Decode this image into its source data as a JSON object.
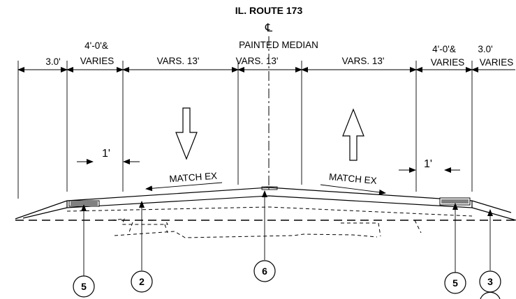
{
  "title": "IL. ROUTE 173",
  "centerline_symbol": "℄",
  "median_label": "PAINTED MEDIAN",
  "dimensions": {
    "left_shoulder": "3.0'",
    "left_varies_top": "4'-0'&",
    "left_varies_bottom": "VARIES",
    "left_lane": "VARS. 13'",
    "median": "VARS. 13'",
    "right_lane": "VARS. 13'",
    "right_varies_top": "4'-0'&",
    "right_varies_bottom": "VARIES",
    "right_shoulder_top": "3.0'",
    "right_shoulder_bottom": "VARIES",
    "left_offset": "1'",
    "right_offset": "1'"
  },
  "notes": {
    "match_left": "MATCH EX",
    "match_right": "MATCH EX"
  },
  "callouts": [
    "5",
    "2",
    "6",
    "5",
    "3"
  ]
}
